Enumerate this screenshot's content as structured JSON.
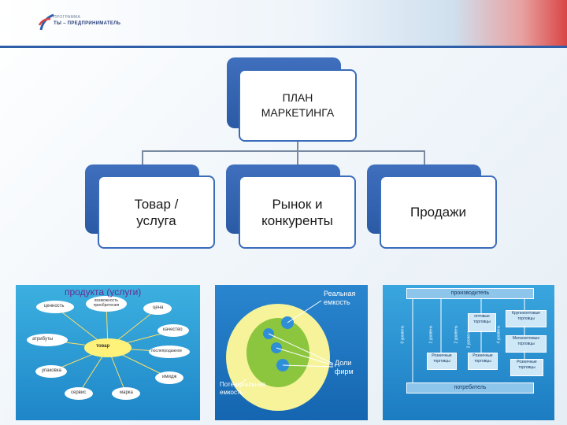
{
  "header": {
    "logo_small": "ПРОГРАММА",
    "logo_main": "ТЫ – ПРЕДПРИНИМАТЕЛЬ"
  },
  "diagram": {
    "root": "ПЛАН МАРКЕТИНГА",
    "children": [
      "Товар / услуга",
      "Рынок и конкуренты",
      "Продажи"
    ]
  },
  "thumb1": {
    "title": "продукта (услуги)",
    "center": "товар",
    "nodes": [
      "ценность",
      "возможность приобретения",
      "цена",
      "качество",
      "послепродажное",
      "имидж",
      "марка",
      "сервис",
      "упаковка",
      "атрибуты"
    ]
  },
  "thumb2": {
    "label_top": "Реальная емкость",
    "label_bottom_left": "Потенциальная емкость",
    "label_right": "Доли фирм"
  },
  "thumb3": {
    "top": "производитель",
    "bottom": "потребитель",
    "boxes": [
      "оптовые торговцы",
      "Крупнооптовые торговцы",
      "Мелкооптовые торговцы",
      "Розничные торговцы",
      "Розничные торговцы",
      "Розничные торговцы"
    ],
    "vlabels": [
      "0 уровень",
      "1 уровень",
      "2 уровень",
      "3 уровень",
      "4 уровень"
    ]
  },
  "colors": {
    "accent": "#3a6cba",
    "shadow": "#2b5aa5",
    "header_red": "#d94545"
  }
}
